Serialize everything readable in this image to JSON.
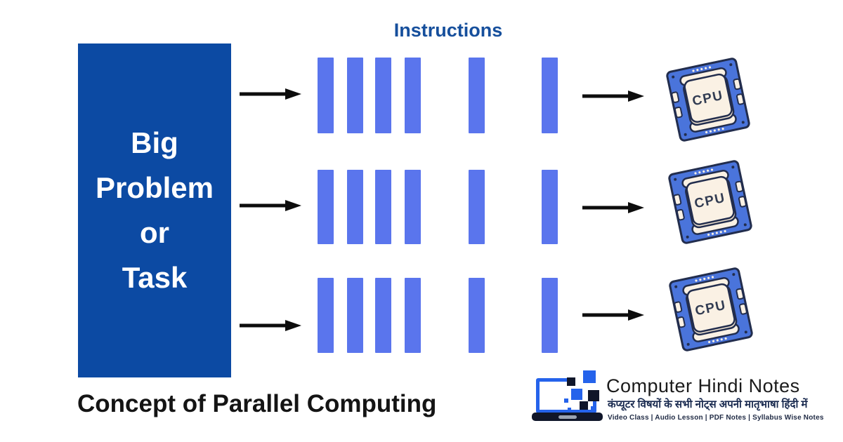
{
  "diagram": {
    "heading": "Instructions",
    "problem_box": {
      "lines": [
        "Big",
        "Problem",
        "or",
        "Task"
      ]
    },
    "streams": [
      {
        "cpu_label": "CPU"
      },
      {
        "cpu_label": "CPU"
      },
      {
        "cpu_label": "CPU"
      }
    ],
    "bars_per_stream": 6,
    "bar_columns": [
      0,
      42,
      82,
      124,
      215,
      319
    ]
  },
  "caption": "Concept of Parallel Computing",
  "branding": {
    "name": "Computer Hindi Notes",
    "tagline_hindi": "कंप्यूटर विषयों के सभी नोट्स अपनी मातृभाषा हिंदी में",
    "services": "Video Class | Audio Lesson | PDF Notes | Syllabus Wise Notes"
  },
  "colors": {
    "problem_box_blue": "#0C4AA3",
    "instruction_bar_blue": "#5A75ED",
    "heading_blue": "#164F9C",
    "chip_blue": "#4A74DB",
    "chip_cream": "#FAF1E4",
    "chip_outline_navy": "#222D4D",
    "arrow_black": "#0D0D0D",
    "logo_blue": "#2563EB",
    "logo_dark_navy": "#10162A",
    "caption_black": "#141414"
  }
}
